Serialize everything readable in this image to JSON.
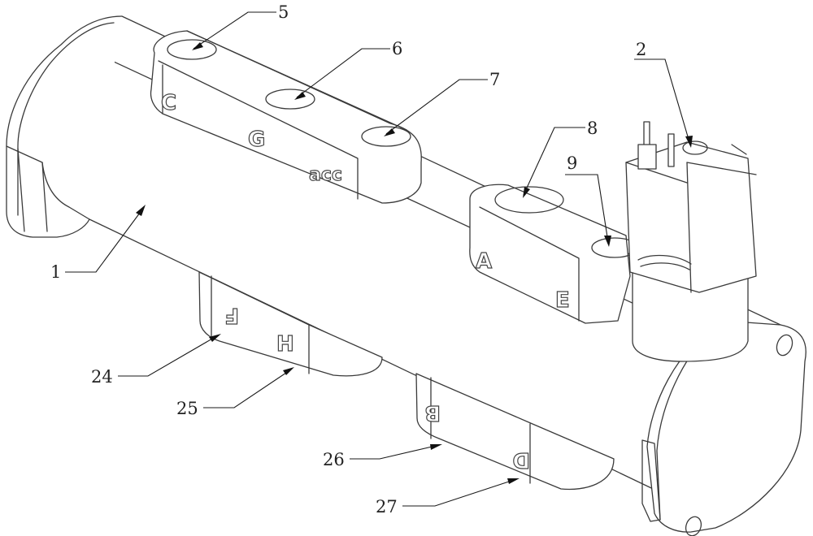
{
  "figure": {
    "title": "Valve manifold assembly — isometric view",
    "callouts": [
      {
        "id": "c1",
        "number": "1"
      },
      {
        "id": "c2",
        "number": "2"
      },
      {
        "id": "c5",
        "number": "5"
      },
      {
        "id": "c6",
        "number": "6"
      },
      {
        "id": "c7",
        "number": "7"
      },
      {
        "id": "c8",
        "number": "8"
      },
      {
        "id": "c9",
        "number": "9"
      },
      {
        "id": "c24",
        "number": "24"
      },
      {
        "id": "c25",
        "number": "25"
      },
      {
        "id": "c26",
        "number": "26"
      },
      {
        "id": "c27",
        "number": "27"
      }
    ],
    "embossed_letters": {
      "top_block": [
        "C",
        "G",
        "acc"
      ],
      "right_block": [
        "A",
        "E"
      ],
      "lower_block_left": [
        "F",
        "H"
      ],
      "lower_block_right": [
        "B",
        "D"
      ]
    },
    "colors": {
      "line": "#3a3a3a",
      "background": "#ffffff"
    }
  }
}
